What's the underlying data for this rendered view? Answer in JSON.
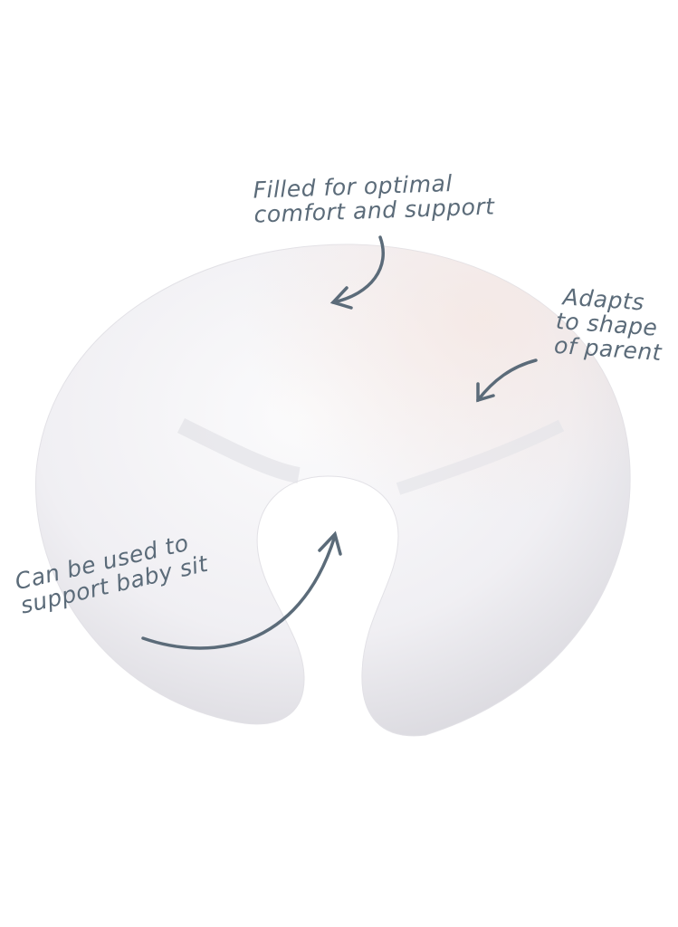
{
  "annotations": {
    "top": {
      "lines": [
        "Filled for optimal",
        "comfort and support"
      ]
    },
    "right": {
      "lines": [
        "Adapts",
        "to shape",
        "of parent"
      ]
    },
    "left": {
      "lines": [
        "Can be used to",
        "support baby sit"
      ]
    }
  },
  "colors": {
    "text": "#5b6b79",
    "arrow": "#5b6b79",
    "pillow": "#f3f3f6",
    "shadow": "#d9d9df"
  }
}
